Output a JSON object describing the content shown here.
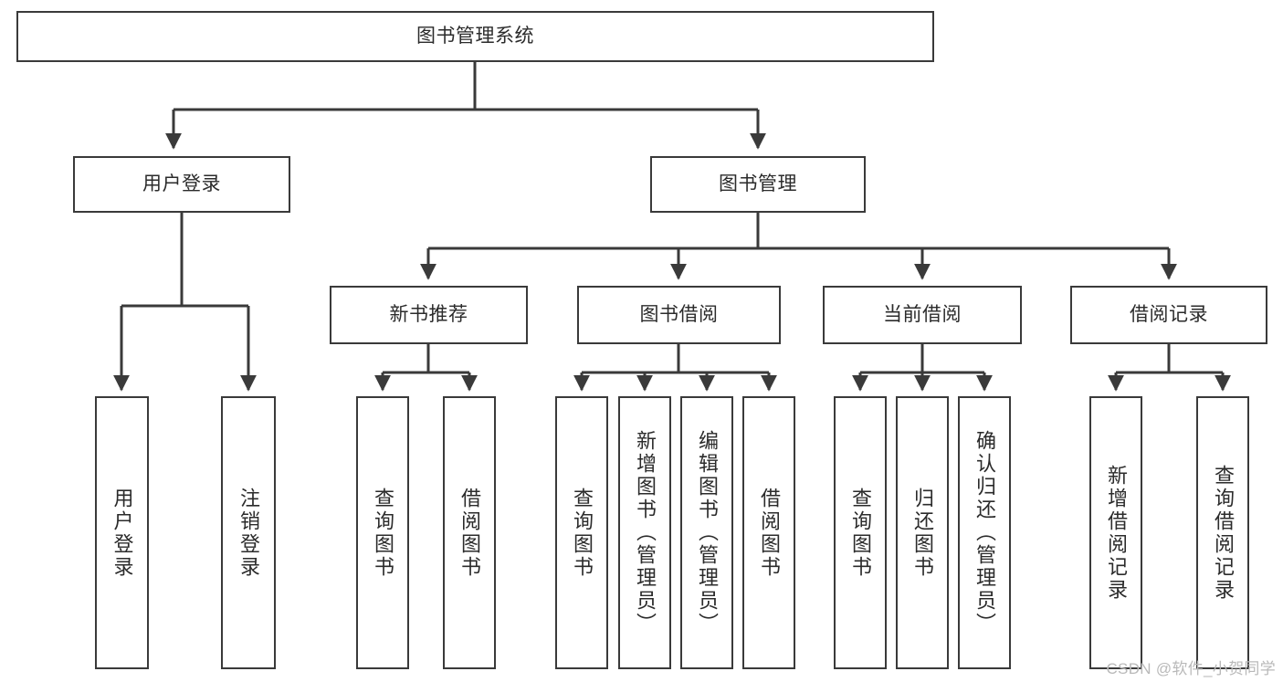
{
  "diagram": {
    "type": "tree-hierarchy-flowchart",
    "title": "图书管理系统",
    "root": {
      "id": "root",
      "label": "图书管理系统"
    },
    "level2": [
      {
        "id": "user-login",
        "label": "用户登录"
      },
      {
        "id": "book-manage",
        "label": "图书管理"
      }
    ],
    "level3": [
      {
        "id": "new-book-rec",
        "label": "新书推荐"
      },
      {
        "id": "book-borrow",
        "label": "图书借阅"
      },
      {
        "id": "current-borrow",
        "label": "当前借阅"
      },
      {
        "id": "borrow-record",
        "label": "借阅记录"
      }
    ],
    "leaves": {
      "user_login": [
        {
          "id": "leaf-user-login",
          "label": "用户登录"
        },
        {
          "id": "leaf-logout",
          "label": "注销登录"
        }
      ],
      "new_book_rec": [
        {
          "id": "leaf-query-book-1",
          "label": "查询图书"
        },
        {
          "id": "leaf-borrow-book-1",
          "label": "借阅图书"
        }
      ],
      "book_borrow": [
        {
          "id": "leaf-query-book-2",
          "label": "查询图书"
        },
        {
          "id": "leaf-add-book",
          "label": "新增图书（管理员）"
        },
        {
          "id": "leaf-edit-book",
          "label": "编辑图书（管理员）"
        },
        {
          "id": "leaf-borrow-book-2",
          "label": "借阅图书"
        }
      ],
      "current_borrow": [
        {
          "id": "leaf-query-book-3",
          "label": "查询图书"
        },
        {
          "id": "leaf-return-book",
          "label": "归还图书"
        },
        {
          "id": "leaf-confirm-return",
          "label": "确认归还（管理员）"
        }
      ],
      "borrow_record": [
        {
          "id": "leaf-add-record",
          "label": "新增借阅记录"
        },
        {
          "id": "leaf-query-record",
          "label": "查询借阅记录"
        }
      ]
    },
    "colors": {
      "stroke": "#3a3a3a",
      "text": "#2b2b2b",
      "background": "#ffffff",
      "watermark": "#b9b9b9"
    }
  },
  "watermark": {
    "text": "CSDN @软件_小贺同学"
  }
}
